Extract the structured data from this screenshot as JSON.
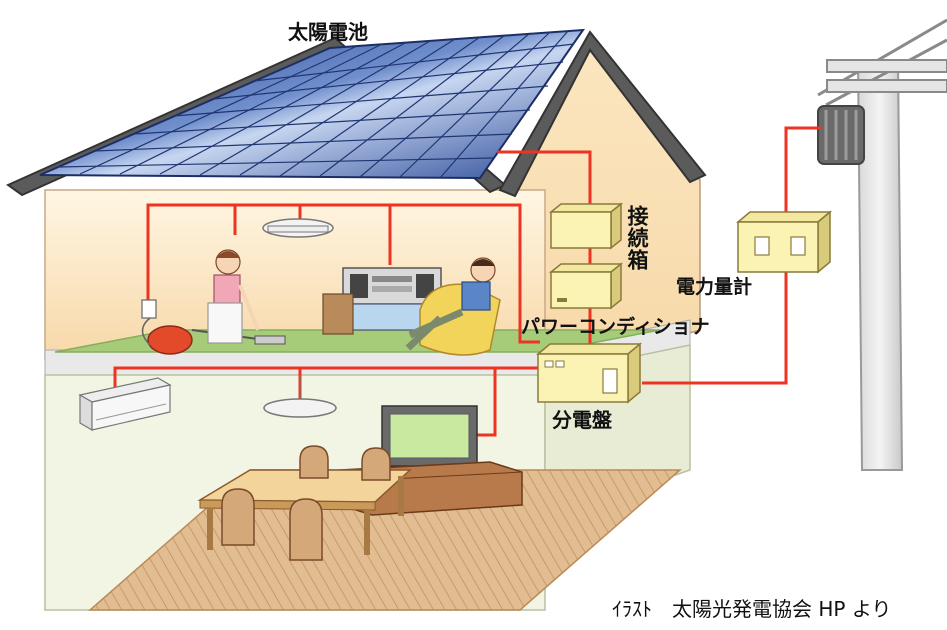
{
  "labels": {
    "solar_cell": "太陽電池",
    "junction_box": "接続箱",
    "power_conditioner": "パワーコンディショナ",
    "distribution_board": "分電盤",
    "power_meter": "電力量計"
  },
  "credit": "ｲﾗｽﾄ　太陽光発電協会 HP より",
  "colors": {
    "wiring": "#ee3322",
    "solar_panel": "#3a57a8",
    "roof": "#5b5b5b",
    "wall": "#fbe3bd",
    "floor_upper": "#a6cc7a",
    "floor_lower": "#dcb48a",
    "equipment_box": "#fbf3b4"
  }
}
